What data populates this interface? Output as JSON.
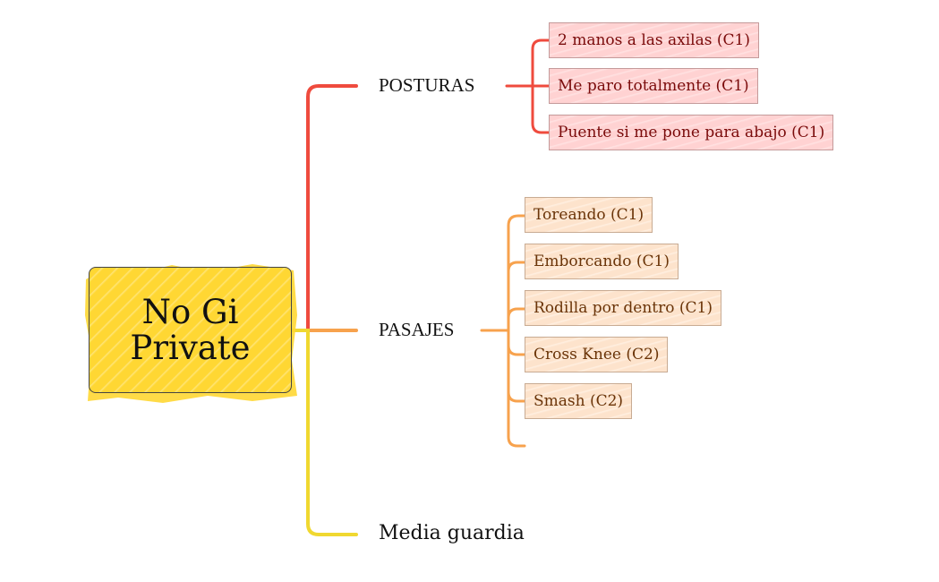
{
  "root": {
    "label": "No Gi Private",
    "color": "#ffd733"
  },
  "branches": [
    {
      "label": "POSTURAS",
      "color": "#ef4b3e",
      "children": [
        "2 manos a las axilas  (C1)",
        "Me paro totalmente (C1)",
        "Puente si me pone para abajo (C1)"
      ]
    },
    {
      "label": "PASAJES",
      "color": "#f7a24d",
      "children": [
        "Toreando (C1)",
        "Emborcando (C1)",
        "Rodilla por dentro (C1)",
        "Cross Knee (C2)",
        "Smash (C2)"
      ]
    },
    {
      "label": "Media guardia",
      "color": "#f0d830",
      "children": []
    }
  ]
}
